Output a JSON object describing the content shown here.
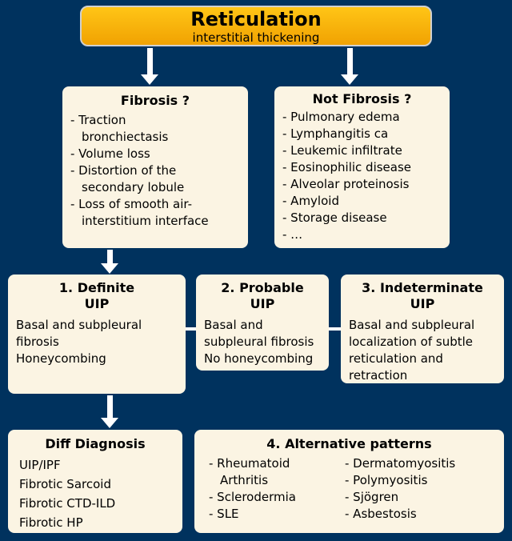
{
  "colors": {
    "background": "#00325e",
    "box_bg": "#fbf4e3",
    "header_top": "#ffc516",
    "header_bottom": "#f1a202",
    "header_border": "#d0d0d0",
    "arrow": "#ffffff",
    "text": "#000000"
  },
  "header": {
    "title": "Reticulation",
    "subtitle": "interstitial thickening"
  },
  "fibrosis_box": {
    "title": "Fibrosis ?",
    "items": [
      "- Traction bronchiectasis",
      "- Volume loss",
      "- Distortion of the secondary lobule",
      "- Loss of smooth air-interstitium interface"
    ]
  },
  "not_fibrosis_box": {
    "title": "Not Fibrosis ?",
    "items": [
      "- Pulmonary edema",
      "- Lymphangitis ca",
      "- Leukemic infiltrate",
      "- Eosinophilic disease",
      "- Alveolar proteinosis",
      "- Amyloid",
      "- Storage disease",
      "- …"
    ]
  },
  "definite_uip": {
    "title_line1": "1. Definite",
    "title_line2": "UIP",
    "lines": [
      "Basal and subpleural fibrosis",
      "Honeycombing"
    ]
  },
  "probable_uip": {
    "title_line1": "2. Probable",
    "title_line2": "UIP",
    "lines": [
      "Basal and subpleural fibrosis",
      "No honeycombing"
    ]
  },
  "indeterminate_uip": {
    "title_line1": "3. Indeterminate",
    "title_line2": "UIP",
    "lines": [
      "Basal and subpleural localization of subtle reticulation and retraction"
    ]
  },
  "diff_diagnosis": {
    "title": "Diff Diagnosis",
    "items": [
      "UIP/IPF",
      "Fibrotic Sarcoid",
      "Fibrotic CTD-ILD",
      "Fibrotic HP"
    ]
  },
  "alternative_patterns": {
    "title": "4. Alternative patterns",
    "col1": [
      "- Rheumatoid Arthritis",
      "- Sclerodermia",
      "- SLE"
    ],
    "col2": [
      "- Dermatomyositis",
      "- Polymyositis",
      "- Sjögren",
      "- Asbestosis"
    ]
  }
}
